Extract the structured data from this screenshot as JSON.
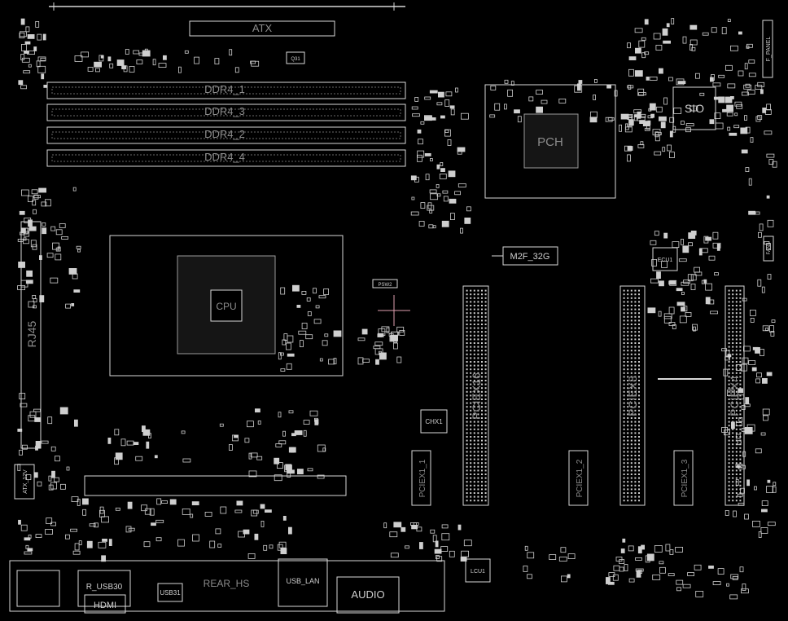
{
  "colors": {
    "background": "#000000",
    "outline": "#d8d8d8",
    "dim_outline": "#9a9a9a",
    "label_big": "#8c8c8c",
    "label_small": "#cfcfcf",
    "crosshair": "#e0a0b0",
    "dot_green": "#2e8a4a"
  },
  "labels": {
    "atx": "ATX",
    "ddr4_1": "DDR4_1",
    "ddr4_3": "DDR4_3",
    "ddr4_2": "DDR4_2",
    "ddr4_4": "DDR4_4",
    "pch": "PCH",
    "sio": "SIO",
    "m2f": "M2F_32G",
    "pciex16": "PCIEX16",
    "pciex8": "PCIEX8",
    "pciex4": "PCIEX4",
    "pciex1_1": "PCIEX1_1",
    "pciex1_2": "PCIEX1_2",
    "pciex1_3": "PCIEX1_3",
    "cpu": "CPU",
    "rj45": "RJ45",
    "audio": "AUDIO",
    "hdmi": "HDMI",
    "r_usb30": "R_USB30",
    "usb_lan": "USB_LAN",
    "rear_hs": "REAR_HS",
    "usb31": "USB31",
    "atx_12v": "ATX_12V",
    "f_panel": "F_PANEL",
    "chx": "CHX1",
    "ecu": "ECU1",
    "lcu": "LCU1",
    "psw": "PSW2",
    "q31": "Q31",
    "fan": "FAN1"
  }
}
